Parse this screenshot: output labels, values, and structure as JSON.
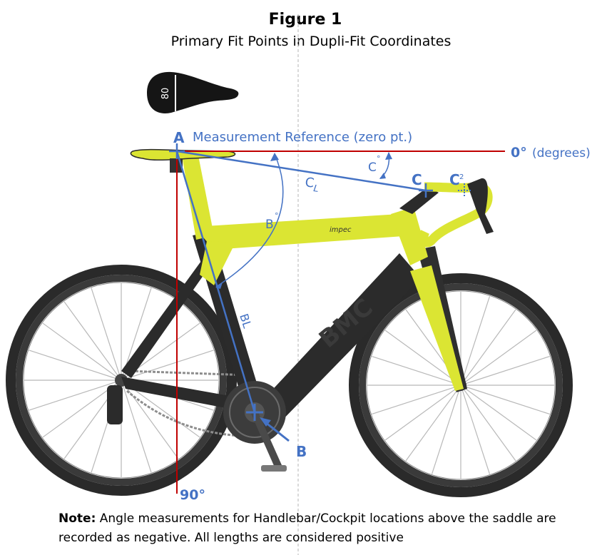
{
  "figure": {
    "title": "Figure 1",
    "subtitle": "Primary Fit Points in Dupli-Fit Coordinates"
  },
  "saddle_icon": {
    "label": "80"
  },
  "points": {
    "A": "A",
    "B": "B",
    "C": "C",
    "C2_letter": "C",
    "C2_sub": "2"
  },
  "reference_label": "Measurement Reference (zero pt.)",
  "angle_labels": {
    "zero_deg": "0°",
    "zero_unit": "(degrees)",
    "ninety_deg": "90°",
    "B_angle_letter": "B",
    "B_angle_deg": "°",
    "C_angle_letter": "C",
    "C_angle_deg": "°"
  },
  "lengths": {
    "CL_letter": "C",
    "CL_sub": "L",
    "BL": "BL"
  },
  "bike": {
    "top_tube_brand": "impec",
    "down_tube_brand": "BMC"
  },
  "note": {
    "bold": "Note:",
    "text": " Angle measurements for Handlebar/Cockpit locations above the saddle are recorded as negative. All lengths are considered positive"
  },
  "colors": {
    "reference_line": "#c00000",
    "measure_line": "#4472c4",
    "frame_yellow": "#dbe533",
    "frame_black": "#2b2b2b"
  }
}
